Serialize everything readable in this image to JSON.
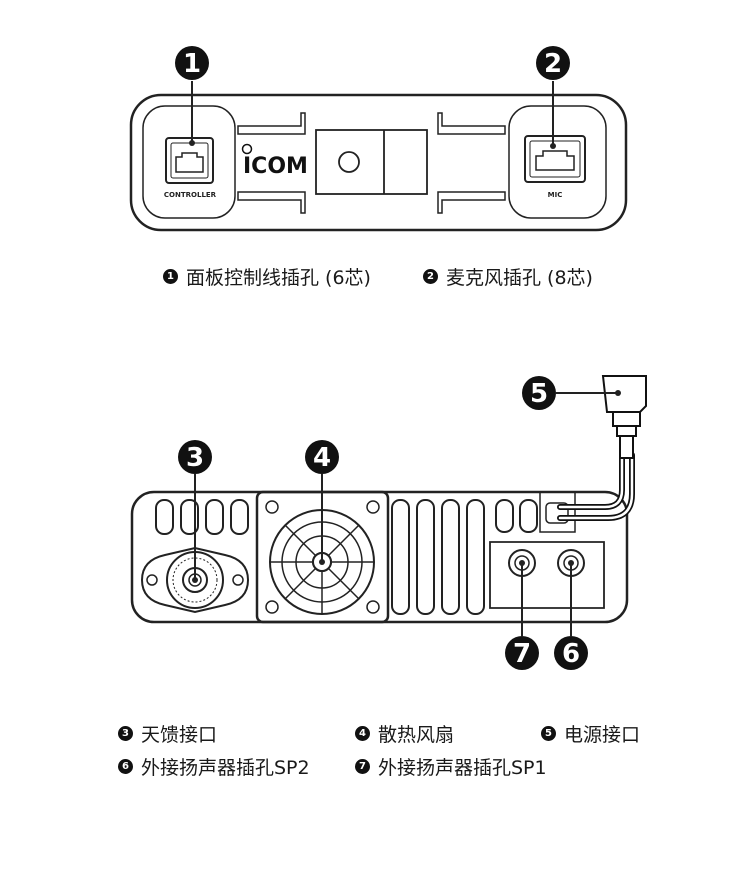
{
  "front_panel": {
    "brand_logo": "ICOM",
    "controller_label": "CONTROLLER",
    "mic_label": "MIC",
    "callouts": [
      "1",
      "2"
    ]
  },
  "rear_panel": {
    "callouts": [
      "3",
      "4",
      "5",
      "6",
      "7"
    ]
  },
  "legend_top": [
    {
      "num": "1",
      "text": "面板控制线插孔 (6芯)"
    },
    {
      "num": "2",
      "text": "麦克风插孔 (8芯)"
    }
  ],
  "legend_bottom": [
    {
      "num": "3",
      "text": "天馈接口"
    },
    {
      "num": "4",
      "text": "散热风扇"
    },
    {
      "num": "5",
      "text": "电源接口"
    },
    {
      "num": "6",
      "text": "外接扬声器插孔SP2"
    },
    {
      "num": "7",
      "text": "外接扬声器插孔SP1"
    }
  ]
}
